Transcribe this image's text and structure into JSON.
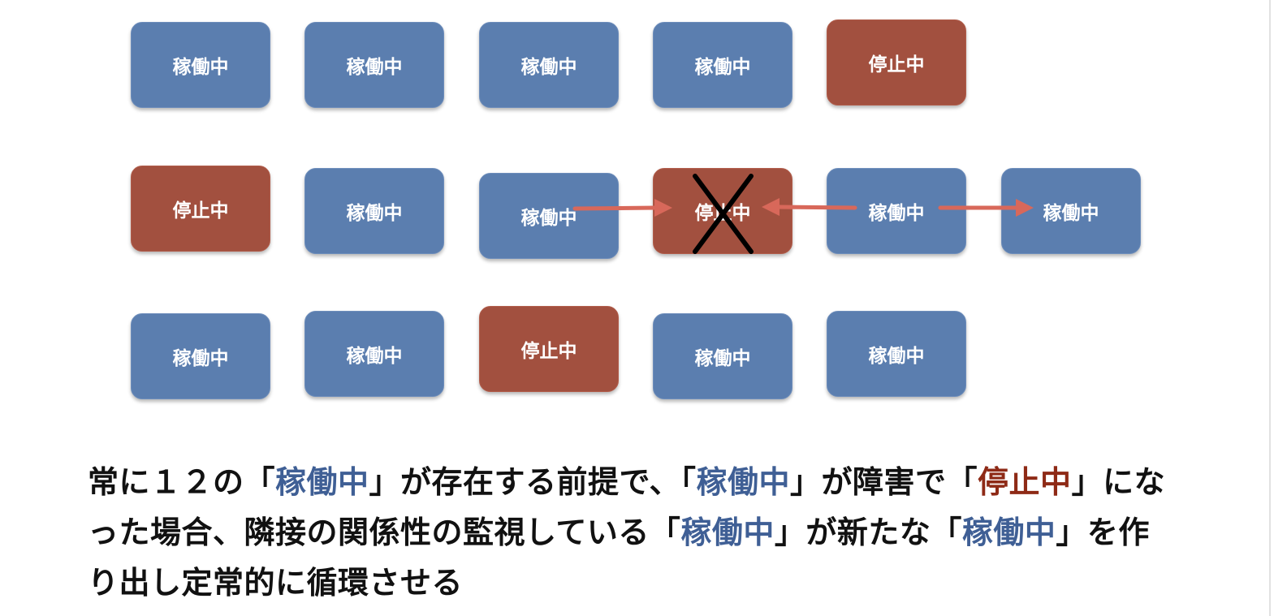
{
  "nodes": [
    {
      "id": "r1c1",
      "label": "稼働中",
      "state": "running"
    },
    {
      "id": "r1c2",
      "label": "稼働中",
      "state": "running"
    },
    {
      "id": "r1c3",
      "label": "稼働中",
      "state": "running"
    },
    {
      "id": "r1c4",
      "label": "稼働中",
      "state": "running"
    },
    {
      "id": "r1c5",
      "label": "停止中",
      "state": "stopped"
    },
    {
      "id": "r2c1",
      "label": "停止中",
      "state": "stopped"
    },
    {
      "id": "r2c2",
      "label": "稼働中",
      "state": "running"
    },
    {
      "id": "r2c3",
      "label": "稼働中",
      "state": "running"
    },
    {
      "id": "r2c4",
      "label": "停止中",
      "state": "stopped"
    },
    {
      "id": "r2c5",
      "label": "稼働中",
      "state": "running"
    },
    {
      "id": "r2c6",
      "label": "稼働中",
      "state": "running"
    },
    {
      "id": "r3c1",
      "label": "稼働中",
      "state": "running"
    },
    {
      "id": "r3c2",
      "label": "稼働中",
      "state": "running"
    },
    {
      "id": "r3c3",
      "label": "停止中",
      "state": "stopped"
    },
    {
      "id": "r3c4",
      "label": "稼働中",
      "state": "running"
    },
    {
      "id": "r3c5",
      "label": "稼働中",
      "state": "running"
    }
  ],
  "colors": {
    "running": "#5b7eaf",
    "stopped": "#a2503f",
    "arrow": "#d8685a",
    "cross": "#000000",
    "caption_text": "#111111",
    "caption_blue": "#3f5f95",
    "caption_red": "#8e2a16"
  },
  "caption": {
    "segments": [
      {
        "text": "常に１２の「",
        "style": "plain"
      },
      {
        "text": "稼働中",
        "style": "blue"
      },
      {
        "text": "」が存在する前提で、「",
        "style": "plain"
      },
      {
        "text": "稼働中",
        "style": "blue"
      },
      {
        "text": "」が障害で「",
        "style": "plain"
      },
      {
        "text": "停止中",
        "style": "red"
      },
      {
        "text": "」になった場合、隣接の関係性の監視している「",
        "style": "plain"
      },
      {
        "text": "稼働中",
        "style": "blue"
      },
      {
        "text": "」が新たな「",
        "style": "plain"
      },
      {
        "text": "稼働中",
        "style": "blue"
      },
      {
        "text": "」を作り出し定常的に循環させる",
        "style": "plain"
      }
    ]
  }
}
